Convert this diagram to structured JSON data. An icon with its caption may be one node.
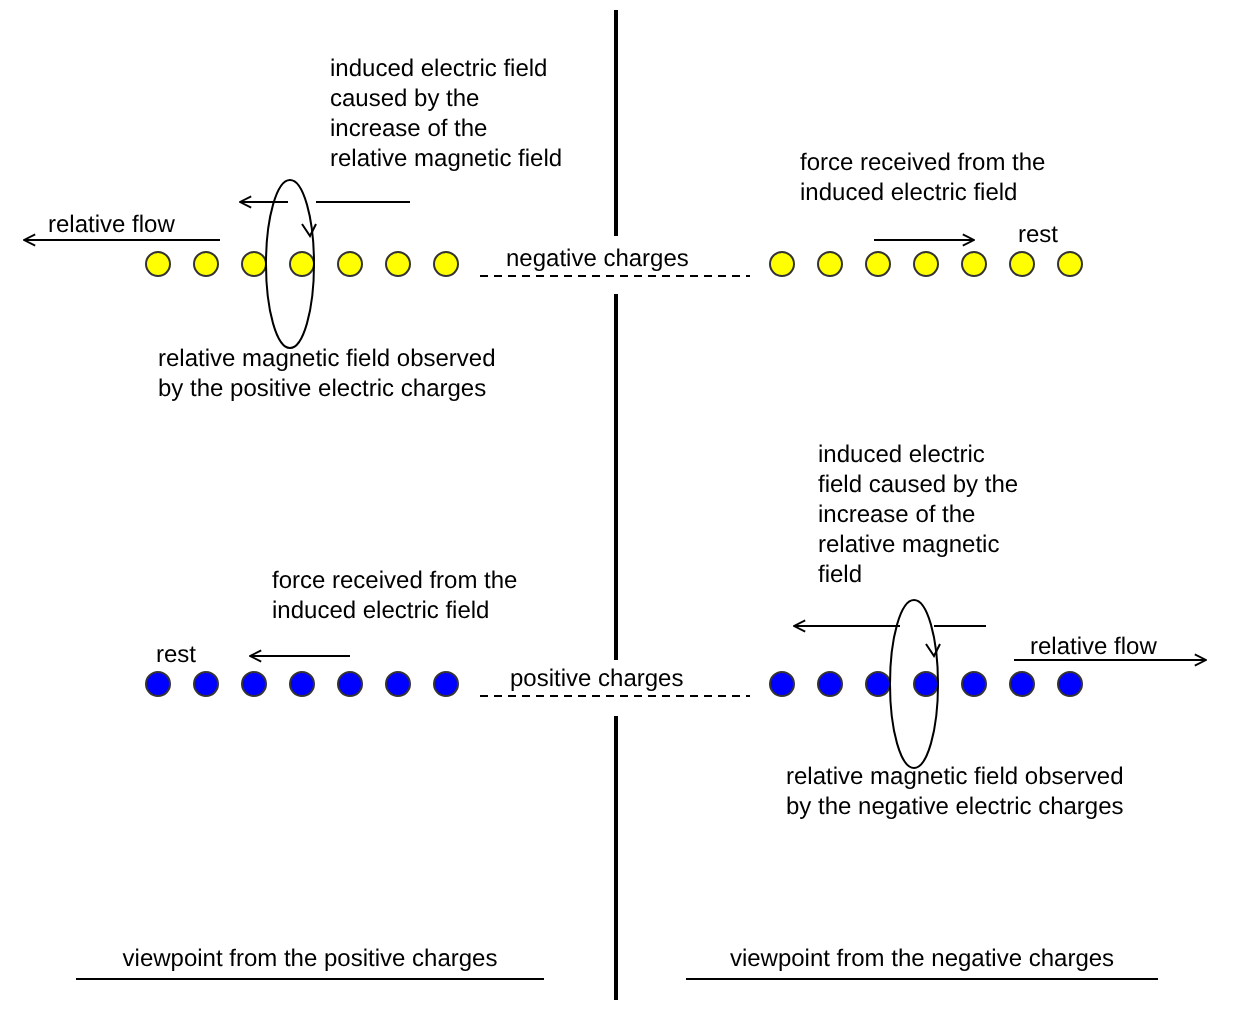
{
  "diagram": {
    "labels": [
      "induced electric field caused by the increase of the relative magnetic field",
      "force received from the induced electric field",
      "relative flow",
      "rest",
      "negative charges",
      "relative magnetic field observed by the positive electric charges",
      "induced electric field caused by the increase of the relative magnetic field",
      "force received from the induced electric field",
      "rest",
      "relative flow",
      "positive charges",
      "relative magnetic field observed by the negative electric charges",
      "viewpoint from the positive charges",
      "viewpoint from the negative charges"
    ]
  }
}
